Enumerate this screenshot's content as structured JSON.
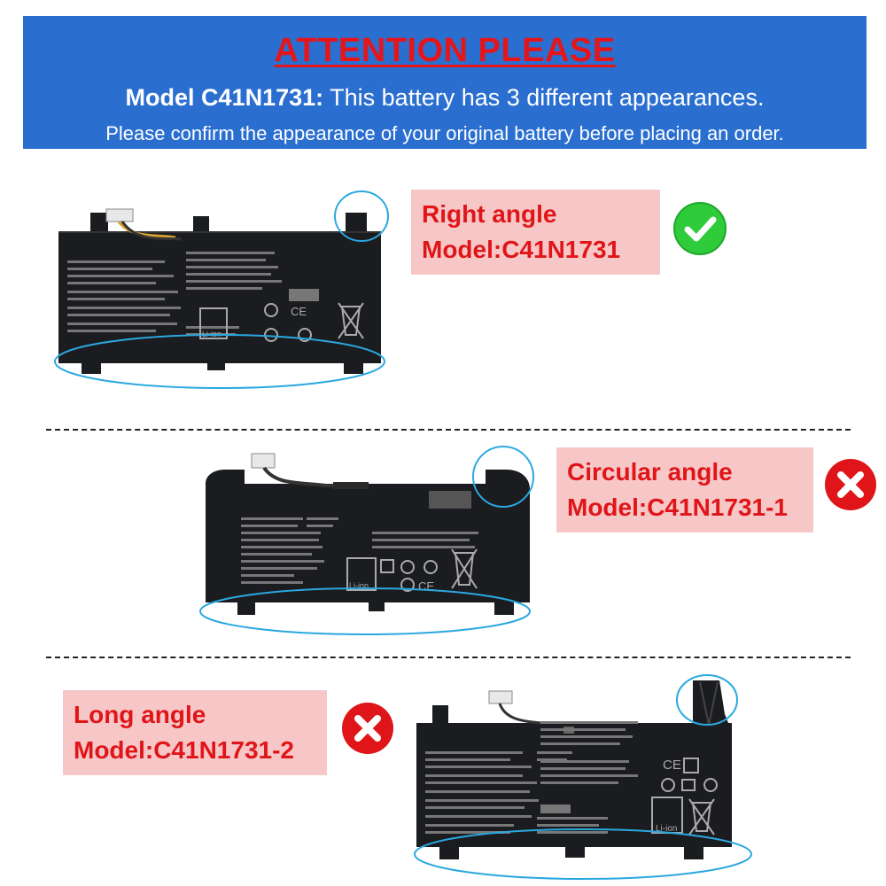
{
  "banner": {
    "title": "ATTENTION PLEASE",
    "line1_prefix": "Model C41N1731:",
    "line1_rest": " This battery has 3 different appearances.",
    "line2": "Please confirm the appearance of your original battery before placing an order."
  },
  "options": [
    {
      "angle": "Right angle",
      "model": "Model:C41N1731",
      "status": "check"
    },
    {
      "angle": "Circular angle",
      "model": "Model:C41N1731-1",
      "status": "cross"
    },
    {
      "angle": "Long angle",
      "model": "Model:C41N1731-2",
      "status": "cross"
    }
  ],
  "battery_labels": {
    "li_ion": "Li-ion"
  },
  "colors": {
    "banner_bg": "#2a6fd0",
    "accent_red": "#e01519",
    "label_bg": "#f7c7c7",
    "check_green": "#2ecb3a",
    "highlight_blue": "#2aa8e0"
  },
  "icons": {
    "check": "check-circle-icon",
    "cross": "cross-circle-icon",
    "recycle": "recycle-icon",
    "bin": "crossed-bin-icon"
  }
}
